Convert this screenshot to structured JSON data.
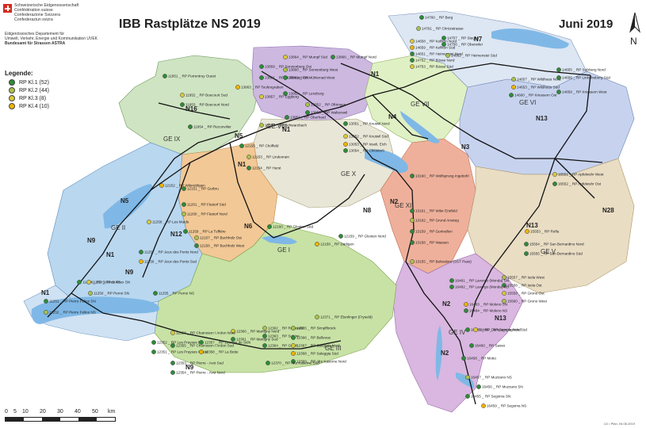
{
  "header": {
    "org_lines": [
      "Schweizerische Eidgenossenschaft",
      "Confédération suisse",
      "Confederazione Svizzera",
      "Confederaziun svizra"
    ],
    "title": "IBB Rastplätze NS 2019",
    "date": "Juni 2019",
    "north_label": "N"
  },
  "department": {
    "lines": [
      "Eidgenössisches Departement für",
      "Umwelt, Verkehr, Energie und Kommunikation UVEK"
    ],
    "office": "Bundesamt für Strassen ASTRA"
  },
  "legend": {
    "title": "Legende:",
    "items": [
      {
        "label": "RP Kl.1 (52)",
        "color": "#2e8b3a"
      },
      {
        "label": "RP Kl.2 (44)",
        "color": "#a9c24a"
      },
      {
        "label": "RP Kl.3 (8)",
        "color": "#d9c93a"
      },
      {
        "label": "RP Kl.4 (10)",
        "color": "#f0b400"
      }
    ]
  },
  "scale": {
    "ticks": [
      "0",
      "5",
      "10",
      "20",
      "30",
      "40",
      "50"
    ],
    "unit": "km"
  },
  "footer": "LD • Plan, 04.06.2019",
  "colors": {
    "background": "#ffffff",
    "lake": "#7fb8e6",
    "motorway": "#111111",
    "class1": "#2e8b3a",
    "class2": "#a9c24a",
    "class3": "#d9c93a",
    "class4": "#f0b400"
  },
  "zones": [
    "GE I",
    "GE II",
    "GE III",
    "GE IV",
    "GE V",
    "GE VI",
    "GE VII",
    "GE VIII",
    "GE IX",
    "GE X",
    "GE XI"
  ],
  "routes": [
    "N1",
    "N2",
    "N3",
    "N4",
    "N5",
    "N6",
    "N7",
    "N8",
    "N9",
    "N12",
    "N13",
    "N16",
    "N28"
  ],
  "rest_areas": [
    "14760 _ RP Berg",
    "14761 _ RP Chrüzstrasse",
    "14658 _ RP Kefikon Nord",
    "14757 _ RP Stegen",
    "14659 _ RP Kefikon Süd",
    "14756 _ RP Oberwiler",
    "14651 _ RP Heimenstei Nord",
    "14652 _ RP Heimenstei Süd",
    "14752 _ RP Büsse Nord",
    "14753 _ RP Büsse Süd",
    "14657 _ RP Wildhaus Nord",
    "14655 _ RP Sulzberg Nord",
    "14656 _ RP Linkolnsberg Süd",
    "14653 _ RP Wildhaus Süd",
    "14660 _ RP Kriessern Ost",
    "14659 _ RP Kriessern West",
    "13864 _ RP Mumpf Süd",
    "13866 _ RP Mumpf Nord",
    "13859 _ RP Sonnenberg Ost",
    "13860 _ RP Sonnenberg West",
    "13861 _ RP Mühlematt Ost",
    "13862 _ RP Mühlematt West",
    "13863 _ RP Teufengraben",
    "13857 _ RP Eggberg",
    "13858 _ RP Lenzburg",
    "13852 _ RP Oftringen",
    "13853 _ RP Walterswil",
    "13851 _ RP Oberhard",
    "13850 _ RP Schwarzbach",
    "13051 _ RP Knutwil Nord",
    "13052 _ RP Knutwil Süd",
    "13053 _ RP Inseli, Eich",
    "13054 _ RP Chlosterli",
    "12155 _ RP Chöffeld",
    "12153 _ RP Lindenrain",
    "12154 _ RP Hurst",
    "11951 _ RP Porrentruy Ouest",
    "11952 _ RP Boecourt Sud",
    "11953 _ RP Boecourt Nord",
    "11954 _ RP Reconvilier",
    "12152 _ RP Wilerebligen",
    "12151 _ RP Gurbru",
    "11261 _ RP Fästorf Süd",
    "11260 _ RP Fästorf Nord",
    "11258 _ RP Les Muids",
    "11259 _ RP La Tuffière",
    "12157 _ RP Buchholz Ost",
    "12156 _ RP Buchholz West",
    "11257 _ RP Jeux des Ponts Nord",
    "11256 _ RP Jeux des Ponts Sud",
    "11254 _ RP St-Prex NS",
    "11253 _ RP St-Prex SN",
    "11250 _ RP Perroi SN",
    "11255 _ RP Perroi NS",
    "11251 _ RP Pierre Feline SN",
    "11252 _ RP Pierre Feline NS",
    "12160 _ RP Glooten Süd",
    "12159 _ RP Glooten Nord",
    "12158 _ RP Därligen",
    "13160 _ RP Wolfsprung Ingebohl",
    "13161 _ RP Wiler Erstfeld",
    "13162 _ RP Grund Amsteg",
    "13159 _ RP Gurtnellen",
    "13158 _ RP Wassen",
    "13155 _ RP Belvedere (SST Pass)",
    "16551 _ RP Apfelwuhr West",
    "16552 _ RP Apfelwuhr Ost",
    "15553 _ RP Rofla",
    "15554 _ RP San Bernardino Nord",
    "15555 _ RP San Bernardino Süd",
    "15557 _ RP Isola West",
    "15558 _ RP Isola Ost",
    "15559 _ RP Grono Ost",
    "15560 _ RP Grono West",
    "16481 _ RP Lavorgo (Monda) SN",
    "16482 _ RP Lavorgo (Monda) NS",
    "16483 _ RP Moleno SN",
    "16484 _ RP Moleno NS",
    "16485 _ RP Campagnola Nord",
    "16486 _ RP Campagnola Süd",
    "16460 _ RP Sasso",
    "16458 _ RP Motto",
    "16457 _ RP Muzzano NS",
    "16456 _ RP Muzzano SN",
    "16455 _ RP Segoma SN",
    "16459 _ RP Segoma NS",
    "12360 _ RP Martigny Nord",
    "12361 _ RP Martigny Sud",
    "12362 _ RP Rothwald",
    "12363 _ RP Schöni",
    "12364 _ RP Gurbl",
    "12365 _ RP Sirnpflbrück",
    "12366 _ RP Bellevue",
    "12367 _ RP Saleggia Nord",
    "12368 _ RP Saleggia Süd",
    "12369 _ RP Alte Kaserne Nord",
    "12370 _ RP Alte Kaserne Süd",
    "12371 _ RP Eberlinger (Fryseld)",
    "12352 _ RP Les Prayses Est",
    "12351 _ RP Les Prayses Ouest",
    "12356 _ RP Chamoson / Ardon Nord",
    "12355 _ RP Chamoson / Ardon Sud",
    "12357 _ RP Les Iles de Sion",
    "12358 _ RP La Botte",
    "12353 _ RP Pierre - Avoi Sud",
    "12354 _ RP Pierre - Avoi Nord"
  ]
}
